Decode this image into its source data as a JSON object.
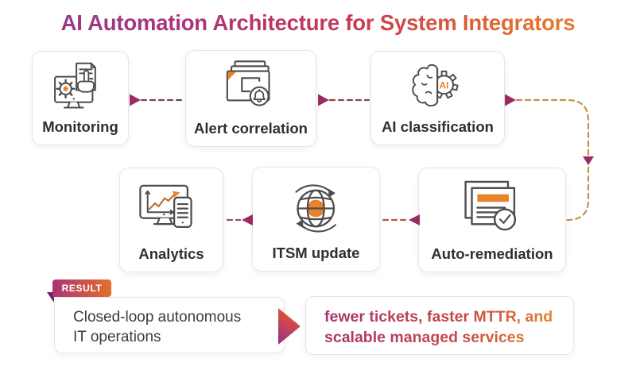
{
  "title": "AI Automation Architecture for System Integrators",
  "nodes": [
    {
      "label": "Monitoring",
      "icon": "monitor-gear-document"
    },
    {
      "label": "Alert correlation",
      "icon": "stacked-alerts-bell"
    },
    {
      "label": "AI classification",
      "icon": "brain-gear-ai"
    },
    {
      "label": "Analytics",
      "icon": "chart-monitor-phone"
    },
    {
      "label": "ITSM update",
      "icon": "globe-sync-arrows"
    },
    {
      "label": "Auto-remediation",
      "icon": "documents-check"
    }
  ],
  "ai_icon_text": "AI",
  "flow": {
    "top_row": [
      "Monitoring",
      "Alert correlation",
      "AI classification"
    ],
    "bottom_row_right_to_left": [
      "Auto-remediation",
      "ITSM update",
      "Analytics"
    ],
    "loop": "AI classification feeds Auto-remediation via right-side dashed loop"
  },
  "result": {
    "badge_label": "RESULT",
    "left_line1": "Closed-loop autonomous",
    "left_line2": "IT operations",
    "right_line1": "fewer tickets, faster MTTR, and",
    "right_line2": "scalable managed services"
  },
  "colors": {
    "accent_orange": "#e8832a",
    "arrowhead_magenta": "#9c2b60",
    "icon_stroke": "#4d4d4d",
    "title_gradient": [
      "#8d3a93",
      "#ad3377",
      "#c63a55",
      "#ec8c2c"
    ],
    "badge_gradient": [
      "#aa3276",
      "#e46f29"
    ],
    "result_text_gradient": [
      "#a8336f",
      "#e8932f"
    ],
    "curve_dash": "#c98e4b"
  }
}
